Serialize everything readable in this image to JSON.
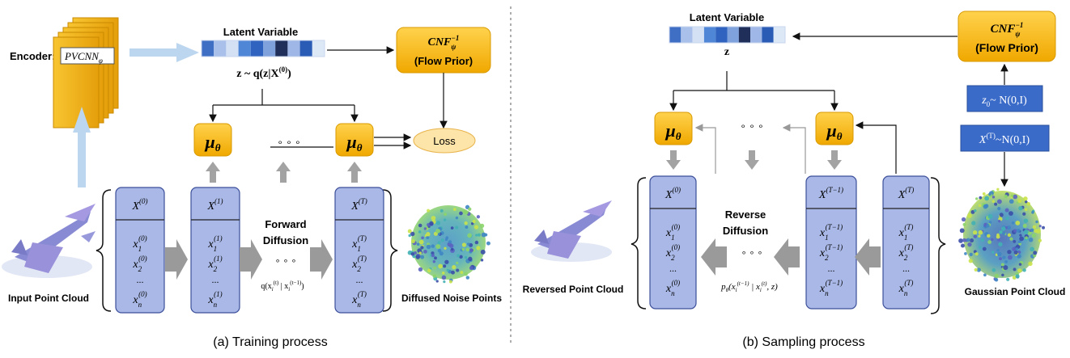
{
  "training": {
    "encoder_label": "Encoder:",
    "encoder_name": "PVCNN",
    "encoder_sub": "φ",
    "latent_title": "Latent Variable",
    "latent_formula": "z ~ q(z|X",
    "latent_formula_sup": "(0)",
    "latent_formula_end": ")",
    "cnf_title": "CNF",
    "cnf_sub": "ψ",
    "cnf_sup": "−1",
    "cnf_sub_label": "(Flow Prior)",
    "mu": "μ",
    "mu_sub": "θ",
    "dots": "∘  ∘  ∘",
    "loss": "Loss",
    "input_label": "Input Point Cloud",
    "forward_label_1": "Forward",
    "forward_label_2": "Diffusion",
    "forward_formula": "q(x",
    "diffused_label": "Diffused Noise Points",
    "caption": "(a) Training process",
    "cols": [
      {
        "head": "X",
        "head_sup": "(0)",
        "r1": "x",
        "r1_sub": "1",
        "r1_sup": "(0)",
        "r2": "x",
        "r2_sub": "2",
        "r2_sup": "(0)",
        "ell": "...",
        "rn": "x",
        "rn_sub": "n",
        "rn_sup": "(0)"
      },
      {
        "head": "X",
        "head_sup": "(1)",
        "r1": "x",
        "r1_sub": "1",
        "r1_sup": "(1)",
        "r2": "x",
        "r2_sub": "2",
        "r2_sup": "(1)",
        "ell": "...",
        "rn": "x",
        "rn_sub": "n",
        "rn_sup": "(1)"
      },
      {
        "head": "X",
        "head_sup": "(T)",
        "r1": "x",
        "r1_sub": "1",
        "r1_sup": "(T)",
        "r2": "x",
        "r2_sub": "2",
        "r2_sup": "(T)",
        "ell": "...",
        "rn": "x",
        "rn_sub": "n",
        "rn_sup": "(T)"
      }
    ]
  },
  "sampling": {
    "latent_title": "Latent Variable",
    "latent_z": "z",
    "cnf_title": "CNF",
    "cnf_sub": "ψ",
    "cnf_sup": "−1",
    "cnf_sub_label": "(Flow Prior)",
    "z0_label": "z",
    "z0_sub": "0",
    "z0_rest": "~ N(0,I)",
    "xt_label": "X",
    "xt_sup": "(T)",
    "xt_rest": "~N(0,I)",
    "mu": "μ",
    "mu_sub": "θ",
    "dots": "∘  ∘  ∘",
    "reverse_label_1": "Reverse",
    "reverse_label_2": "Diffusion",
    "reverse_formula": "p",
    "reversed_label": "Reversed Point Cloud",
    "gaussian_label": "Gaussian Point Cloud",
    "caption": "(b) Sampling process",
    "cols": [
      {
        "head": "X",
        "head_sup": "(0)",
        "r1": "x",
        "r1_sub": "1",
        "r1_sup": "(0)",
        "r2": "x",
        "r2_sub": "2",
        "r2_sup": "(0)",
        "ell": "...",
        "rn": "x",
        "rn_sub": "n",
        "rn_sup": "(0)"
      },
      {
        "head": "X",
        "head_sup": "(T−1)",
        "r1": "x",
        "r1_sub": "1",
        "r1_sup": "(T−1)",
        "r2": "x",
        "r2_sub": "2",
        "r2_sup": "(T−1)",
        "ell": "...",
        "rn": "x",
        "rn_sub": "n",
        "rn_sup": "(T−1)"
      },
      {
        "head": "X",
        "head_sup": "(T)",
        "r1": "x",
        "r1_sub": "1",
        "r1_sup": "(T)",
        "r2": "x",
        "r2_sub": "2",
        "r2_sup": "(T)",
        "ell": "...",
        "rn": "x",
        "rn_sub": "n",
        "rn_sup": "(T)"
      }
    ]
  },
  "colors": {
    "col_fill": "#a9b8e6",
    "col_stroke": "#3c4f9a",
    "gold": "#f5b700",
    "blue_box": "#3b6bc9",
    "loss_fill": "#fde4a8"
  }
}
